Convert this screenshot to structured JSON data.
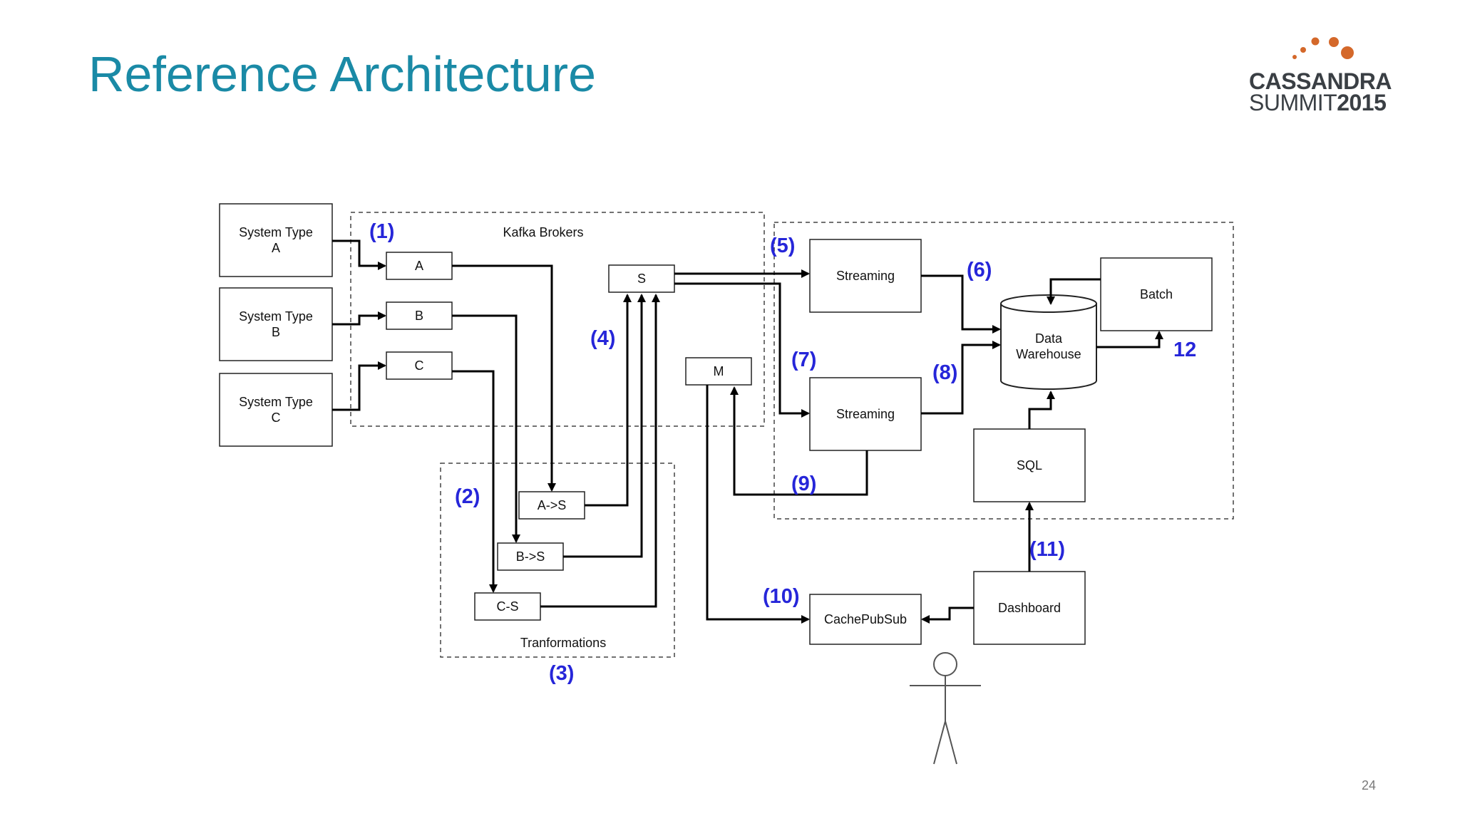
{
  "slide": {
    "title": "Reference Architecture",
    "page_number": "24"
  },
  "logo": {
    "line1": "CASSANDRA",
    "line2_prefix": "SUMMIT",
    "line2_year": "2015",
    "dot_color": "#d4682a"
  },
  "diagram": {
    "groups": {
      "kafka": "Kafka Brokers",
      "transformations": "Tranformations"
    },
    "sources": {
      "a_line1": "System Type",
      "a_line2": "A",
      "b_line1": "System Type",
      "b_line2": "B",
      "c_line1": "System Type",
      "c_line2": "C"
    },
    "topics": {
      "a": "A",
      "b": "B",
      "c": "C",
      "s": "S",
      "m": "M"
    },
    "transforms": {
      "as": "A->S",
      "bs": "B->S",
      "cs": "C-S"
    },
    "processing": {
      "streaming1": "Streaming",
      "streaming2": "Streaming",
      "batch": "Batch",
      "dw_line1": "Data",
      "dw_line2": "Warehouse",
      "sql": "SQL",
      "cache": "CachePubSub",
      "dashboard": "Dashboard"
    },
    "steps": {
      "s1": "(1)",
      "s2": "(2)",
      "s3": "(3)",
      "s4": "(4)",
      "s5": "(5)",
      "s6": "(6)",
      "s7": "(7)",
      "s8": "(8)",
      "s9": "(9)",
      "s10": "(10)",
      "s11": "(11)",
      "s12": "12"
    },
    "colors": {
      "step_label": "#2626d9",
      "title": "#1a8aa6"
    }
  }
}
